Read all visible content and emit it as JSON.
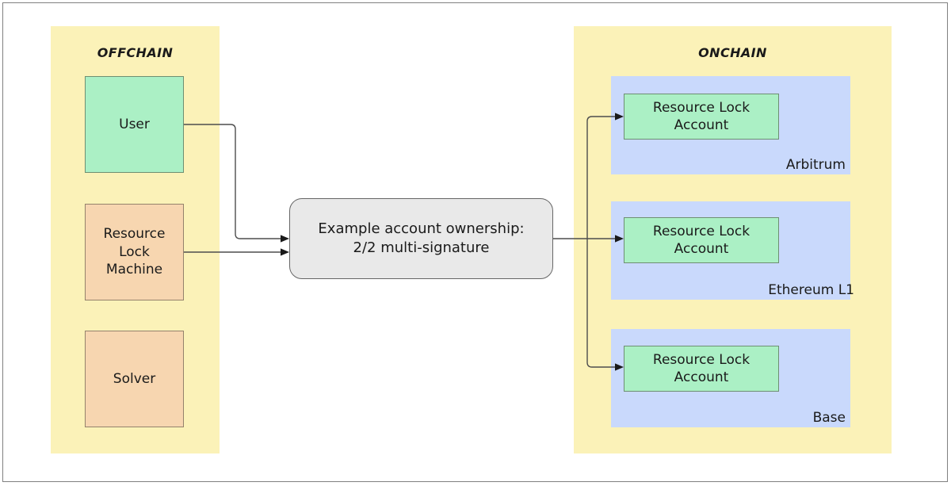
{
  "diagram": {
    "title_offchain": "OFFCHAIN",
    "title_onchain": "ONCHAIN",
    "colors": {
      "zone_yellow": "#fbf2b8",
      "node_green": "#abf0c5",
      "node_orange": "#f7d6b0",
      "node_gray": "#e9e9e9",
      "chain_blue": "#c9d9fc",
      "connector": "#4d4d4d",
      "text": "#1a1a1a"
    }
  },
  "offchain": {
    "label": "OFFCHAIN",
    "nodes": [
      {
        "id": "user",
        "label": "User",
        "style": "green"
      },
      {
        "id": "resource-lock-machine",
        "label": "Resource Lock Machine",
        "line1": "Resource",
        "line2": "Lock",
        "line3": "Machine",
        "style": "orange"
      },
      {
        "id": "solver",
        "label": "Solver",
        "style": "orange"
      }
    ]
  },
  "center": {
    "id": "account-ownership",
    "line1": "Example account ownership:",
    "line2": "2/2 multi-signature",
    "style": "gray-rounded"
  },
  "onchain": {
    "label": "ONCHAIN",
    "chains": [
      {
        "id": "arbitrum",
        "chain_label": "Arbitrum",
        "account_line1": "Resource Lock",
        "account_line2": "Account"
      },
      {
        "id": "ethereum-l1",
        "chain_label": "Ethereum L1",
        "account_line1": "Resource Lock",
        "account_line2": "Account"
      },
      {
        "id": "base",
        "chain_label": "Base",
        "account_line1": "Resource Lock",
        "account_line2": "Account"
      }
    ]
  },
  "connectors": [
    {
      "id": "user-to-center",
      "from": "user",
      "to": "account-ownership"
    },
    {
      "id": "rlm-to-center",
      "from": "resource-lock-machine",
      "to": "account-ownership"
    },
    {
      "id": "center-to-arbitrum",
      "from": "account-ownership",
      "to": "arbitrum"
    },
    {
      "id": "center-to-ethereum",
      "from": "account-ownership",
      "to": "ethereum-l1"
    },
    {
      "id": "center-to-base",
      "from": "account-ownership",
      "to": "base"
    }
  ]
}
